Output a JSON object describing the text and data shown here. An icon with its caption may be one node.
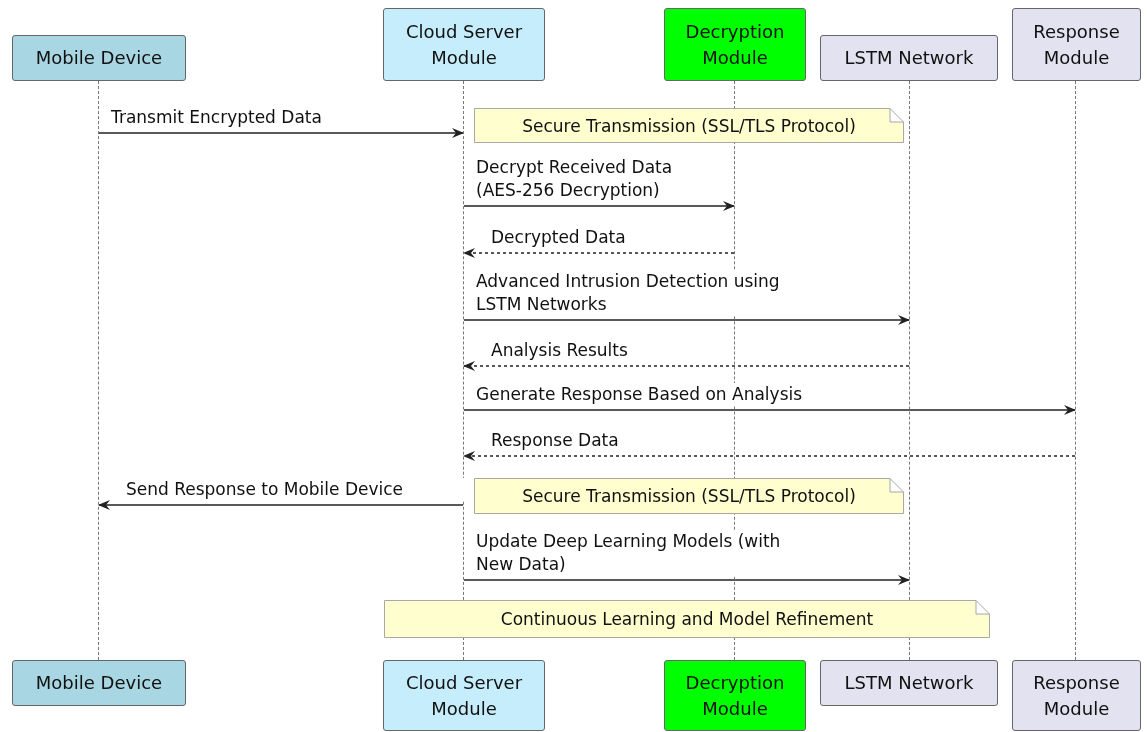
{
  "diagram": {
    "nodes": [
      {
        "text": [
          "Mobile Device"
        ]
      },
      {
        "text": [
          "Cloud Server Module"
        ]
      },
      {
        "text": [
          "Decryption Module"
        ]
      },
      {
        "text": [
          "LSTM Network"
        ]
      },
      {
        "text": [
          "Response Module"
        ]
      },
      {
        "text": [
          "Mobile Device"
        ]
      },
      {
        "text": [
          "Cloud Server Module"
        ]
      },
      {
        "text": [
          "Decryption Module"
        ]
      },
      {
        "text": [
          "LSTM Network"
        ]
      },
      {
        "text": [
          "Response Module"
        ]
      },
      {
        "text": [],
        "shape": "line"
      },
      {
        "text": [],
        "shape": "line"
      },
      {
        "text": [],
        "shape": "line"
      },
      {
        "text": [],
        "shape": "line"
      },
      {
        "text": [],
        "shape": "line"
      },
      {
        "text": [
          "Secure Transmission (SSL/TLS Protocol)"
        ]
      },
      {
        "text": [
          "Secure Transmission (SSL/TLS Protocol)"
        ]
      },
      {
        "text": [
          "Continuous Learning and Model Refinement"
        ]
      }
    ],
    "edges": [
      {
        "from": 10,
        "to": 11,
        "arrow": "to",
        "label": "Transmit Encrypted Data"
      },
      {
        "from": 11,
        "to": 12,
        "arrow": "to",
        "label": "Decrypt Received Data (AES-256 Decryption)"
      },
      {
        "from": 12,
        "to": 11,
        "arrow": "to",
        "label": "Decrypted Data",
        "style": "dashed"
      },
      {
        "from": 11,
        "to": 13,
        "arrow": "to",
        "label": "Advanced Intrusion Detection using LSTM Networks"
      },
      {
        "from": 13,
        "to": 11,
        "arrow": "to",
        "label": "Analysis Results",
        "style": "dashed"
      },
      {
        "from": 11,
        "to": 14,
        "arrow": "to",
        "label": "Generate Response Based on Analysis"
      },
      {
        "from": 14,
        "to": 11,
        "arrow": "to",
        "label": "Response Data",
        "style": "dashed"
      },
      {
        "from": 11,
        "to": 10,
        "arrow": "to",
        "label": "Send Response to Mobile Device"
      },
      {
        "from": 11,
        "to": 13,
        "arrow": "to",
        "label": "Update Deep Learning Models (with New Data)"
      }
    ]
  }
}
